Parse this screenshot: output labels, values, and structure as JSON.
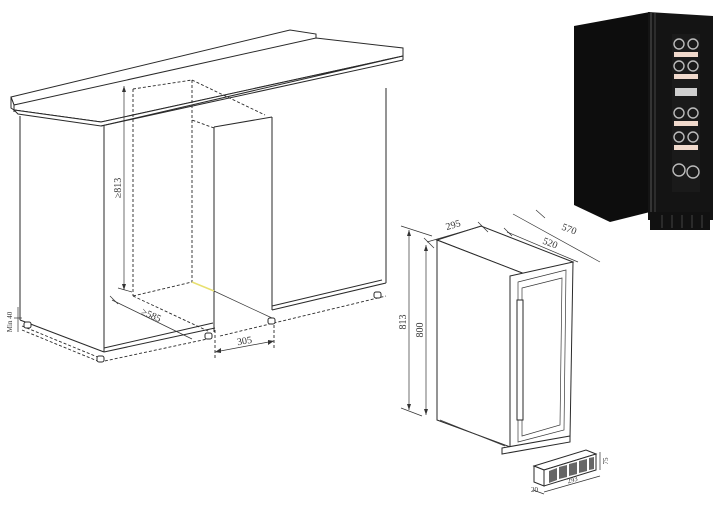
{
  "diagram": {
    "title": "Built-in wine cooler installation and dimension drawing",
    "installation": {
      "labels": {
        "min_clearance": "Min 40",
        "height_min": "≥813",
        "depth_min": "≥585",
        "width": "305"
      }
    },
    "appliance_dimensions": {
      "labels": {
        "width": "295",
        "depth_body": "520",
        "depth_total": "570",
        "height_total": "813",
        "height_body": "800"
      }
    },
    "vent_grille": {
      "labels": {
        "length": "293",
        "depth": "20",
        "height": "75"
      }
    },
    "product_photo": {
      "description": "Black single-zone wine cooler with glass door",
      "body_color": "#0d0d0d",
      "shelf_color": "#f0d9cc",
      "glass_color": "#1a1a1a",
      "bottle_rows": 6
    },
    "colors": {
      "line": "#2a2a2a",
      "background": "#ffffff",
      "highlight": "#e8e070"
    }
  }
}
